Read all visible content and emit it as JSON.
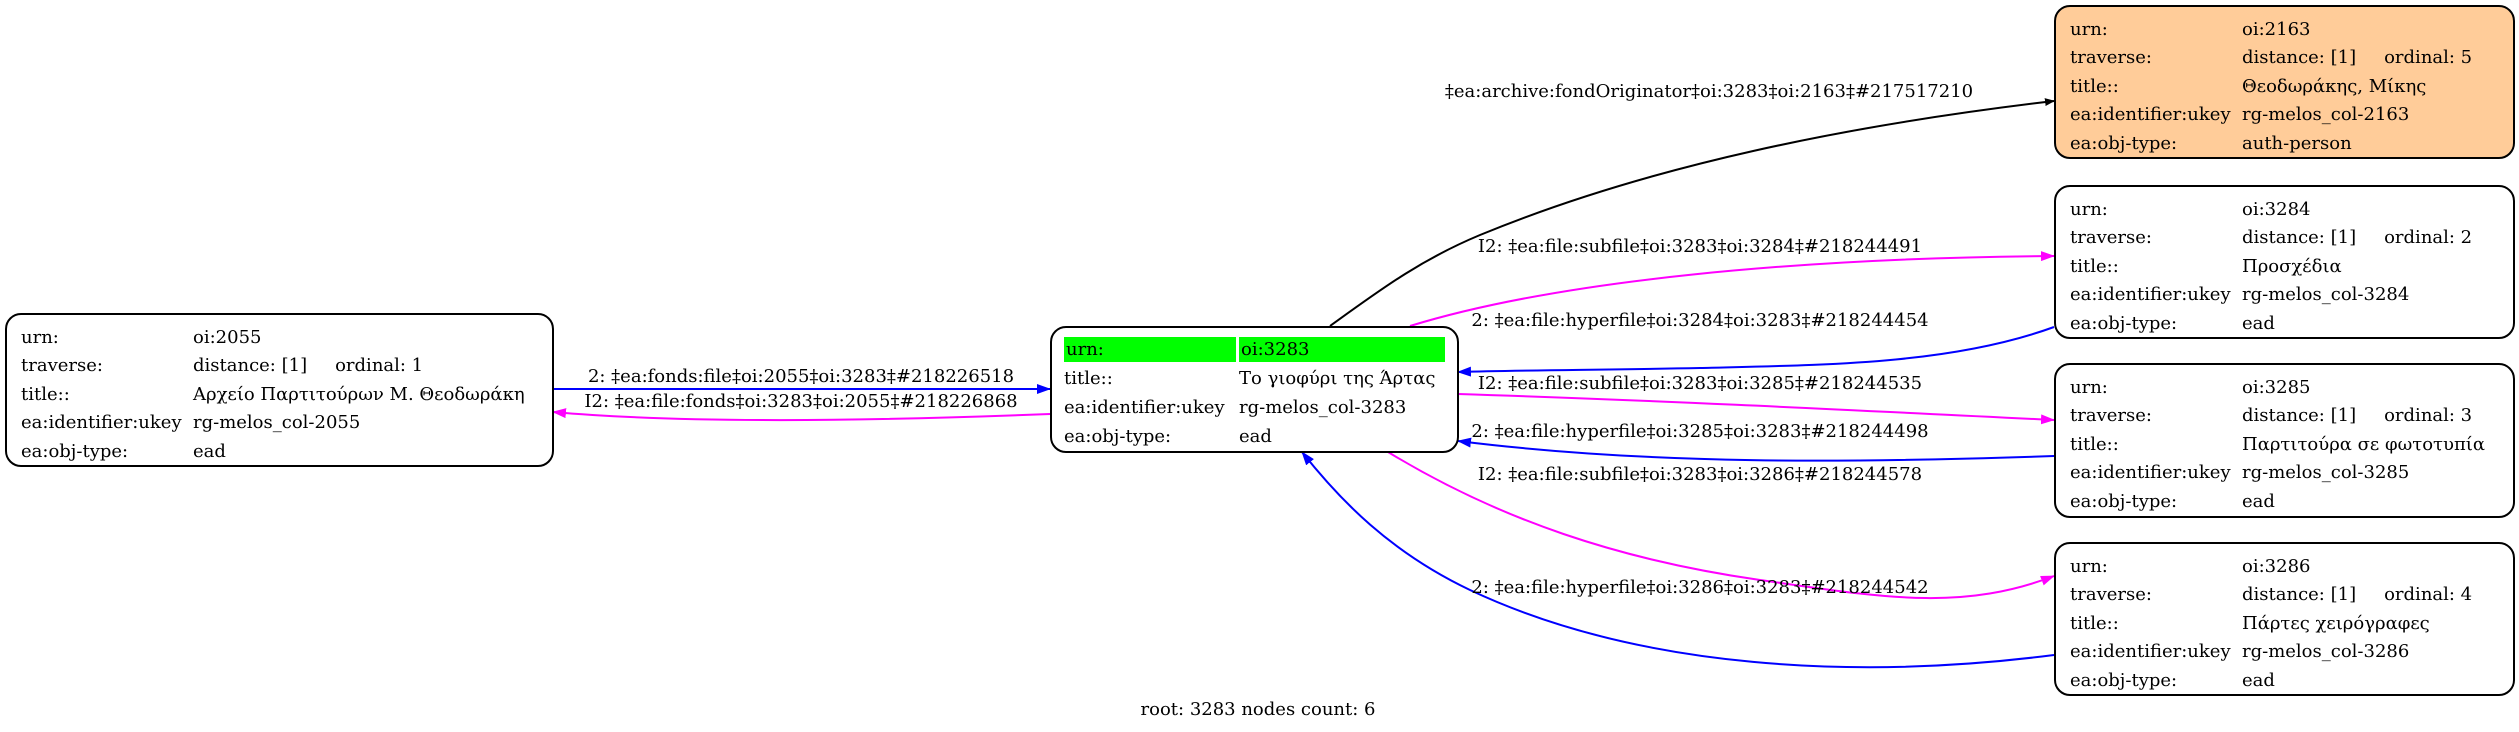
{
  "graph": {
    "footer": "root: 3283 nodes count: 6",
    "colors": {
      "edge_black": "#000000",
      "edge_blue": "#0000ff",
      "edge_magenta": "#ff00ff",
      "root_highlight": "#00ff00",
      "auth_person_fill": "#ffcc99",
      "node_fill": "#ffffff"
    },
    "nodes": {
      "n2055": {
        "rows": [
          {
            "label": "urn:",
            "value": "oi:2055"
          },
          {
            "label": "traverse:",
            "value": "distance: [1]",
            "extra": "ordinal: 1"
          },
          {
            "label": "title::",
            "value": "Αρχείο Παρτιτούρων Μ. Θεοδωράκη"
          },
          {
            "label": "ea:identifier:ukey",
            "value": "rg-melos_col-2055"
          },
          {
            "label": "ea:obj-type:",
            "value": "ead"
          }
        ]
      },
      "n3283": {
        "rows": [
          {
            "label": "urn:",
            "value": "oi:3283"
          },
          {
            "label": "title::",
            "value": "Το γιοφύρι της Άρτας"
          },
          {
            "label": "ea:identifier:ukey",
            "value": "rg-melos_col-3283"
          },
          {
            "label": "ea:obj-type:",
            "value": "ead"
          }
        ]
      },
      "n2163": {
        "rows": [
          {
            "label": "urn:",
            "value": "oi:2163"
          },
          {
            "label": "traverse:",
            "value": "distance: [1]",
            "extra": "ordinal: 5"
          },
          {
            "label": "title::",
            "value": "Θεοδωράκης, Μίκης"
          },
          {
            "label": "ea:identifier:ukey",
            "value": "rg-melos_col-2163"
          },
          {
            "label": "ea:obj-type:",
            "value": "auth-person"
          }
        ]
      },
      "n3284": {
        "rows": [
          {
            "label": "urn:",
            "value": "oi:3284"
          },
          {
            "label": "traverse:",
            "value": "distance: [1]",
            "extra": "ordinal: 2"
          },
          {
            "label": "title::",
            "value": "Προσχέδια"
          },
          {
            "label": "ea:identifier:ukey",
            "value": "rg-melos_col-3284"
          },
          {
            "label": "ea:obj-type:",
            "value": "ead"
          }
        ]
      },
      "n3285": {
        "rows": [
          {
            "label": "urn:",
            "value": "oi:3285"
          },
          {
            "label": "traverse:",
            "value": "distance: [1]",
            "extra": "ordinal: 3"
          },
          {
            "label": "title::",
            "value": "Παρτιτούρα σε φωτοτυπία"
          },
          {
            "label": "ea:identifier:ukey",
            "value": "rg-melos_col-3285"
          },
          {
            "label": "ea:obj-type:",
            "value": "ead"
          }
        ]
      },
      "n3286": {
        "rows": [
          {
            "label": "urn:",
            "value": "oi:3286"
          },
          {
            "label": "traverse:",
            "value": "distance: [1]",
            "extra": "ordinal: 4"
          },
          {
            "label": "title::",
            "value": "Πάρτες χειρόγραφες"
          },
          {
            "label": "ea:identifier:ukey",
            "value": "rg-melos_col-3286"
          },
          {
            "label": "ea:obj-type:",
            "value": "ead"
          }
        ]
      }
    },
    "edges": {
      "e_fonds_file": {
        "from": "oi:2055",
        "to": "oi:3283",
        "color": "blue",
        "label": "2: ‡ea:fonds:file‡oi:2055‡oi:3283‡#218226518"
      },
      "e_file_fonds": {
        "from": "oi:3283",
        "to": "oi:2055",
        "color": "magenta",
        "label": "I2: ‡ea:file:fonds‡oi:3283‡oi:2055‡#218226868"
      },
      "e_fond_originator": {
        "from": "oi:3283",
        "to": "oi:2163",
        "color": "black",
        "label": "‡ea:archive:fondOriginator‡oi:3283‡oi:2163‡#217517210"
      },
      "e_subfile_3284": {
        "from": "oi:3283",
        "to": "oi:3284",
        "color": "magenta",
        "label": "I2: ‡ea:file:subfile‡oi:3283‡oi:3284‡#218244491"
      },
      "e_hyperfile_3284": {
        "from": "oi:3284",
        "to": "oi:3283",
        "color": "blue",
        "label": "2: ‡ea:file:hyperfile‡oi:3284‡oi:3283‡#218244454"
      },
      "e_subfile_3285": {
        "from": "oi:3283",
        "to": "oi:3285",
        "color": "magenta",
        "label": "I2: ‡ea:file:subfile‡oi:3283‡oi:3285‡#218244535"
      },
      "e_hyperfile_3285": {
        "from": "oi:3285",
        "to": "oi:3283",
        "color": "blue",
        "label": "2: ‡ea:file:hyperfile‡oi:3285‡oi:3283‡#218244498"
      },
      "e_subfile_3286": {
        "from": "oi:3283",
        "to": "oi:3286",
        "color": "magenta",
        "label": "I2: ‡ea:file:subfile‡oi:3283‡oi:3286‡#218244578"
      },
      "e_hyperfile_3286": {
        "from": "oi:3286",
        "to": "oi:3283",
        "color": "blue",
        "label": "2: ‡ea:file:hyperfile‡oi:3286‡oi:3283‡#218244542"
      }
    }
  }
}
